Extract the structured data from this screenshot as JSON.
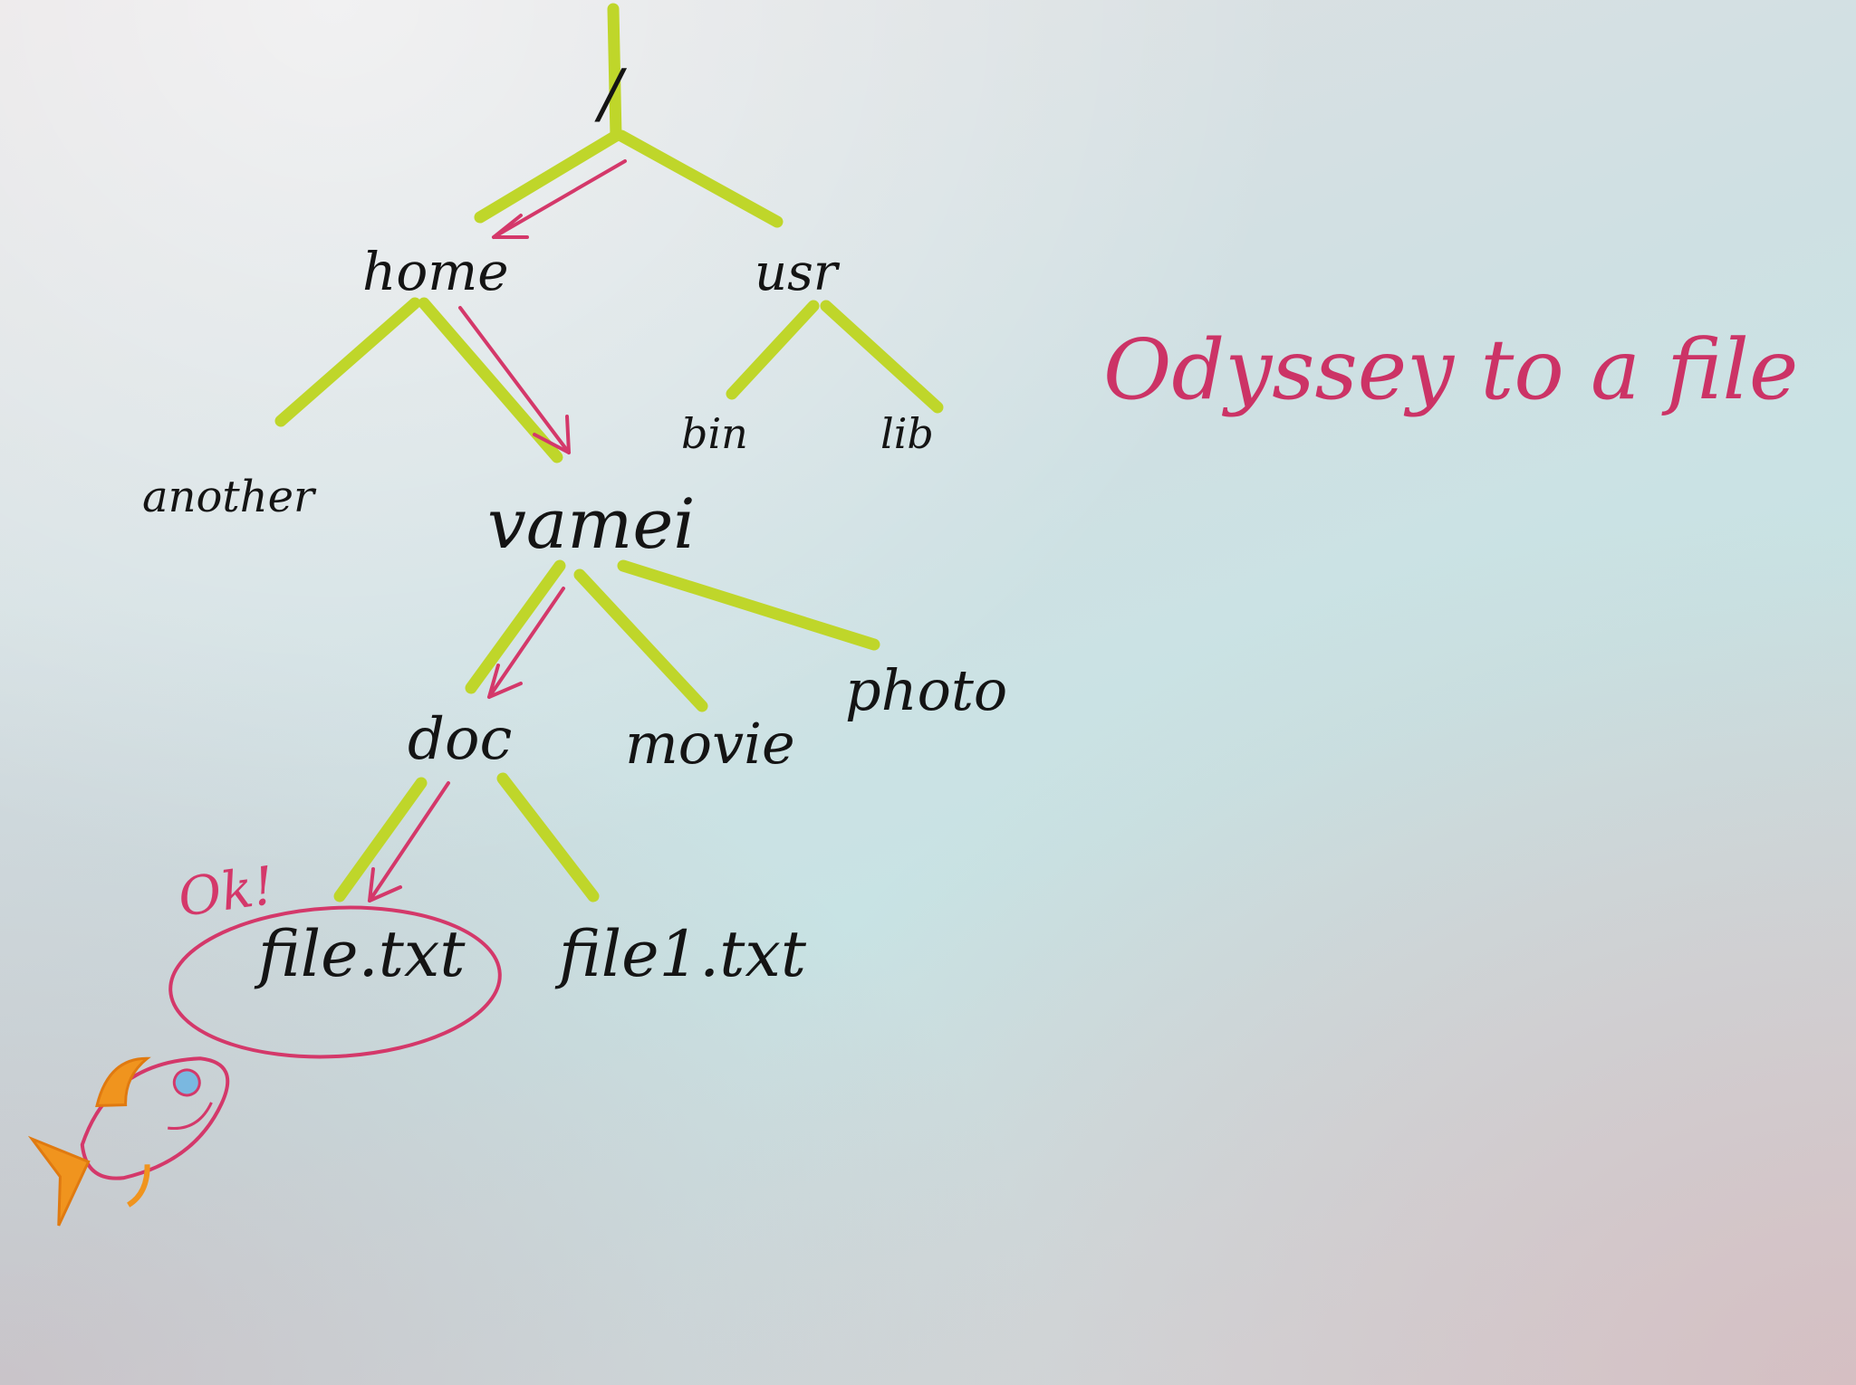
{
  "title": "Odyssey to a file",
  "annotation": "Ok!",
  "nodes": {
    "root": "/",
    "home": "home",
    "usr": "usr",
    "another": "another",
    "vamei": "vamei",
    "bin": "bin",
    "lib": "lib",
    "doc": "doc",
    "movie": "movie",
    "photo": "photo",
    "file_txt": "file.txt",
    "file1_txt": "file1.txt"
  },
  "colors": {
    "tree_branch": "#bfd62a",
    "path_arrow": "#d4386a",
    "title_text": "#cc3366",
    "node_text": "#141414",
    "fish_body": "#d4386a",
    "fish_fin": "#f0941e",
    "fish_eye": "#7ab8e0"
  },
  "icons": {
    "fish": "fish-doodle-icon"
  }
}
